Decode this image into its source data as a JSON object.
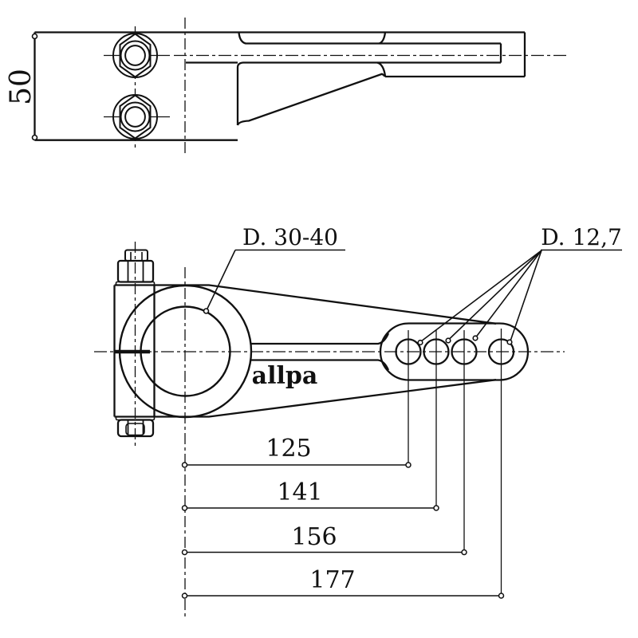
{
  "colors": {
    "line": "#111111",
    "background": "#ffffff"
  },
  "side_view": {
    "clamp_width_dimension": "50"
  },
  "plan_view": {
    "bore_diameter_label": "D. 30-40",
    "hole_diameter_label": "D. 12,7",
    "brand_text": "allpa",
    "length_dimensions": [
      "125",
      "141",
      "156",
      "177"
    ]
  }
}
